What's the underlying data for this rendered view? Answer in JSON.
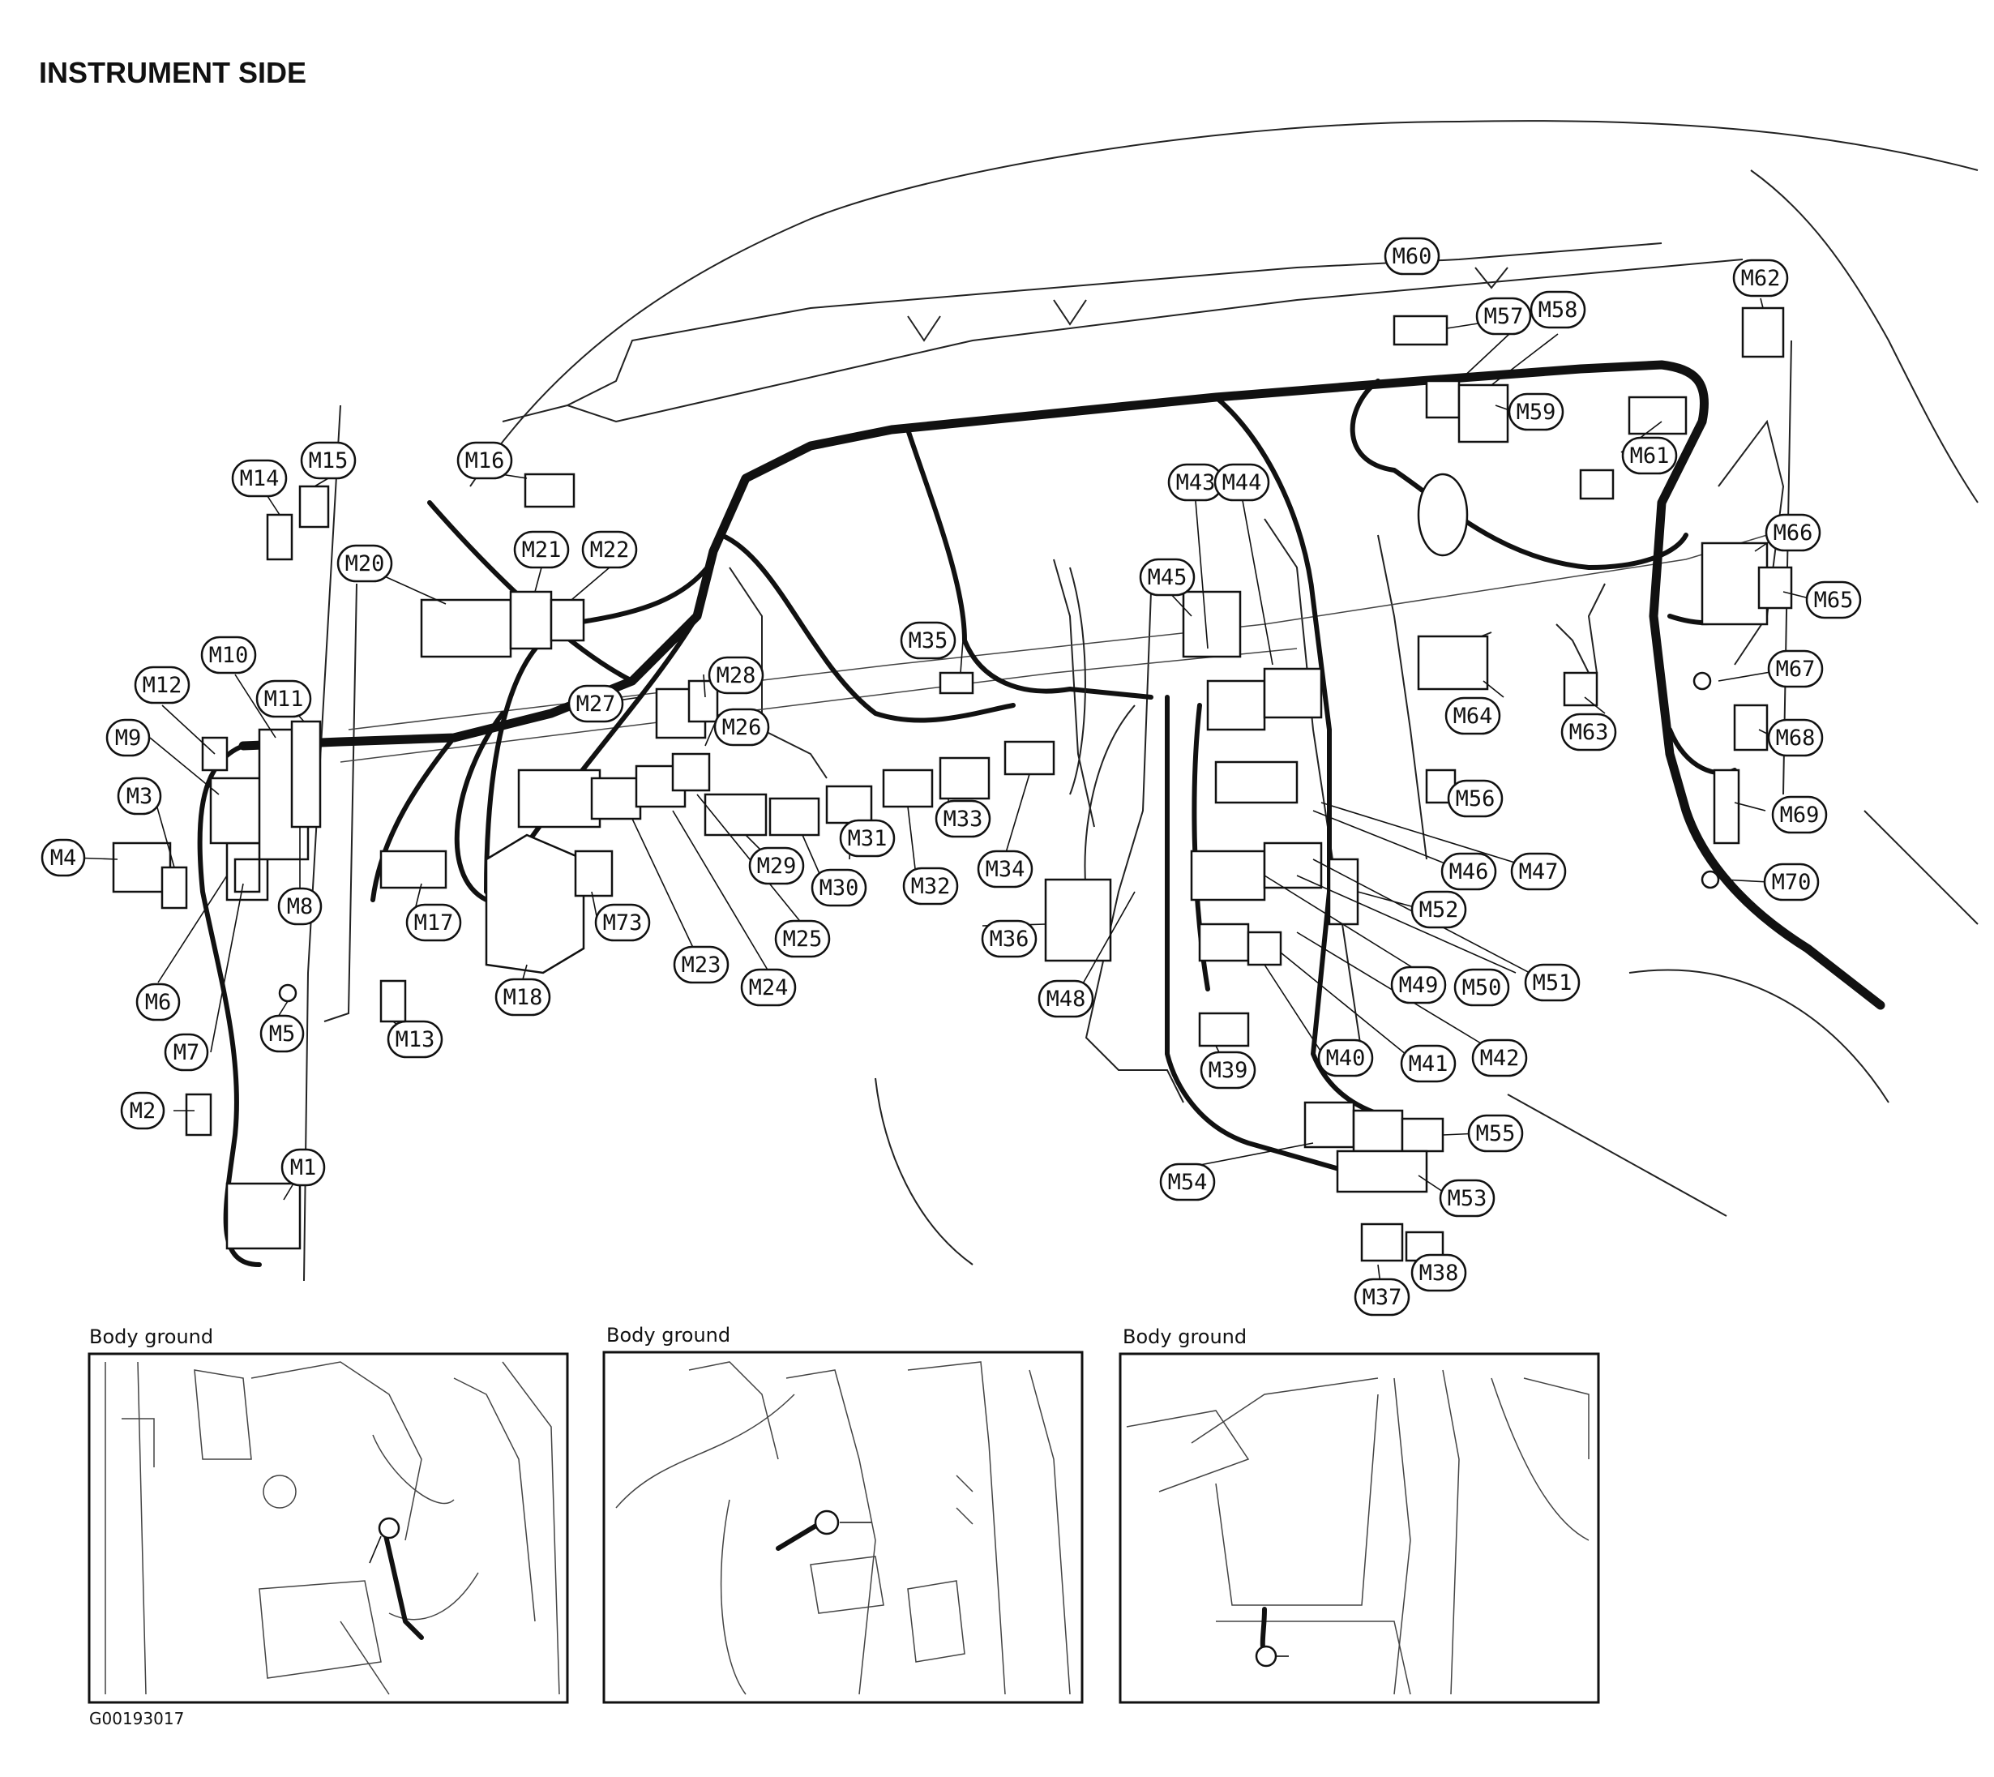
{
  "title": "INSTRUMENT SIDE",
  "figure_code": "G00193017",
  "connectors": [
    {
      "id": "M1",
      "label": "M1"
    },
    {
      "id": "M2",
      "label": "M2"
    },
    {
      "id": "M3",
      "label": "M3"
    },
    {
      "id": "M4",
      "label": "M4"
    },
    {
      "id": "M5",
      "label": "M5"
    },
    {
      "id": "M6",
      "label": "M6"
    },
    {
      "id": "M7",
      "label": "M7"
    },
    {
      "id": "M8",
      "label": "M8"
    },
    {
      "id": "M9",
      "label": "M9"
    },
    {
      "id": "M10",
      "label": "M10"
    },
    {
      "id": "M11",
      "label": "M11"
    },
    {
      "id": "M12",
      "label": "M12"
    },
    {
      "id": "M13",
      "label": "M13"
    },
    {
      "id": "M14",
      "label": "M14"
    },
    {
      "id": "M15",
      "label": "M15"
    },
    {
      "id": "M16",
      "label": "M16"
    },
    {
      "id": "M17",
      "label": "M17"
    },
    {
      "id": "M18",
      "label": "M18"
    },
    {
      "id": "M20",
      "label": "M20"
    },
    {
      "id": "M21",
      "label": "M21"
    },
    {
      "id": "M22",
      "label": "M22"
    },
    {
      "id": "M23",
      "label": "M23"
    },
    {
      "id": "M24",
      "label": "M24"
    },
    {
      "id": "M25",
      "label": "M25"
    },
    {
      "id": "M26",
      "label": "M26"
    },
    {
      "id": "M27",
      "label": "M27"
    },
    {
      "id": "M28",
      "label": "M28"
    },
    {
      "id": "M29",
      "label": "M29"
    },
    {
      "id": "M30",
      "label": "M30"
    },
    {
      "id": "M31",
      "label": "M31"
    },
    {
      "id": "M32",
      "label": "M32"
    },
    {
      "id": "M33",
      "label": "M33"
    },
    {
      "id": "M34",
      "label": "M34"
    },
    {
      "id": "M35",
      "label": "M35"
    },
    {
      "id": "M36",
      "label": "M36"
    },
    {
      "id": "M37",
      "label": "M37"
    },
    {
      "id": "M38",
      "label": "M38"
    },
    {
      "id": "M39",
      "label": "M39"
    },
    {
      "id": "M40",
      "label": "M40"
    },
    {
      "id": "M41",
      "label": "M41"
    },
    {
      "id": "M42",
      "label": "M42"
    },
    {
      "id": "M43",
      "label": "M43"
    },
    {
      "id": "M44",
      "label": "M44"
    },
    {
      "id": "M45",
      "label": "M45"
    },
    {
      "id": "M46",
      "label": "M46"
    },
    {
      "id": "M47",
      "label": "M47"
    },
    {
      "id": "M48",
      "label": "M48"
    },
    {
      "id": "M49",
      "label": "M49"
    },
    {
      "id": "M50",
      "label": "M50"
    },
    {
      "id": "M51",
      "label": "M51"
    },
    {
      "id": "M52",
      "label": "M52"
    },
    {
      "id": "M53",
      "label": "M53"
    },
    {
      "id": "M54",
      "label": "M54"
    },
    {
      "id": "M55",
      "label": "M55"
    },
    {
      "id": "M56",
      "label": "M56"
    },
    {
      "id": "M57",
      "label": "M57"
    },
    {
      "id": "M58",
      "label": "M58"
    },
    {
      "id": "M59",
      "label": "M59"
    },
    {
      "id": "M60",
      "label": "M60"
    },
    {
      "id": "M61",
      "label": "M61"
    },
    {
      "id": "M62",
      "label": "M62"
    },
    {
      "id": "M63",
      "label": "M63"
    },
    {
      "id": "M64",
      "label": "M64"
    },
    {
      "id": "M65",
      "label": "M65"
    },
    {
      "id": "M66",
      "label": "M66"
    },
    {
      "id": "M67",
      "label": "M67"
    },
    {
      "id": "M68",
      "label": "M68"
    },
    {
      "id": "M69",
      "label": "M69"
    },
    {
      "id": "M70",
      "label": "M70"
    },
    {
      "id": "M73",
      "label": "M73"
    }
  ],
  "detail_views": [
    {
      "caption": "Body ground",
      "connector": "M5"
    },
    {
      "caption": "Body ground",
      "connector": "M67"
    },
    {
      "caption": "Body ground",
      "connector": "M70"
    }
  ]
}
